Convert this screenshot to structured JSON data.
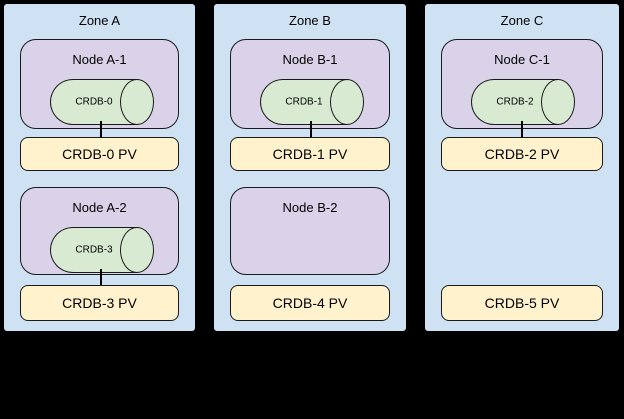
{
  "colors": {
    "background": "#000000",
    "zone_fill": "#cfe2f3",
    "node_fill": "#d9d2e9",
    "cylinder_fill": "#d9ead3",
    "pv_fill": "#fff2cc",
    "border": "#000000"
  },
  "zones": [
    {
      "label": "Zone A",
      "nodes": [
        {
          "label": "Node A-1",
          "cylinder": "CRDB-0"
        },
        {
          "label": "Node A-2",
          "cylinder": "CRDB-3"
        }
      ],
      "pvs": [
        {
          "label": "CRDB-0 PV"
        },
        {
          "label": "CRDB-3 PV"
        }
      ]
    },
    {
      "label": "Zone B",
      "nodes": [
        {
          "label": "Node B-1",
          "cylinder": "CRDB-1"
        },
        {
          "label": "Node B-2",
          "cylinder": null
        }
      ],
      "pvs": [
        {
          "label": "CRDB-1 PV"
        },
        {
          "label": "CRDB-4 PV"
        }
      ]
    },
    {
      "label": "Zone C",
      "nodes": [
        {
          "label": "Node C-1",
          "cylinder": "CRDB-2"
        }
      ],
      "pvs": [
        {
          "label": "CRDB-2 PV"
        },
        {
          "label": "CRDB-5 PV"
        }
      ]
    }
  ]
}
